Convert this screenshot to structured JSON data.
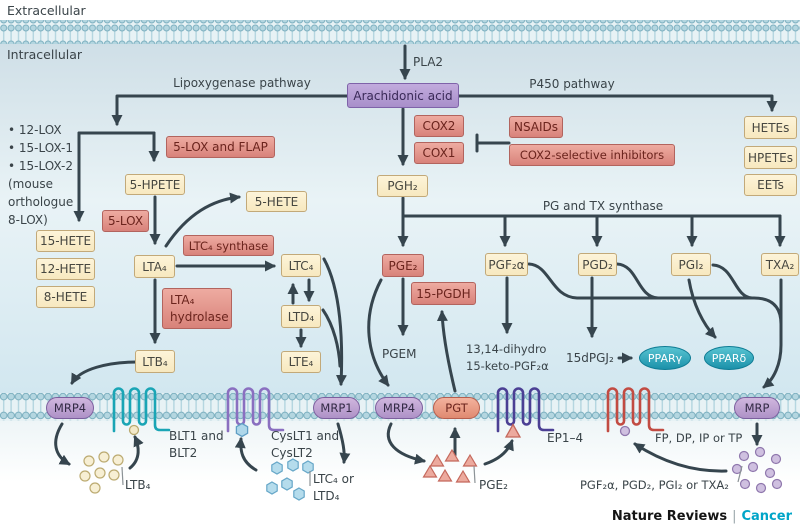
{
  "labels": {
    "extracellular": "Extracellular",
    "intracellular": "Intracellular",
    "pla2": "PLA2",
    "lipoxygenase_pathway": "Lipoxygenase pathway",
    "p450_pathway": "P450 pathway",
    "pg_tx_synthase": "PG and TX synthase",
    "lox_list": "• 12-LOX\n• 15-LOX-1\n• 15-LOX-2\n(mouse\northologue\n8-LOX)",
    "pgem": "PGEM",
    "dihydro": "13,14-dihydro\n15-keto-PGF₂α",
    "dpgj2": "15dPGJ₂",
    "blt": "BLT1 and\nBLT2",
    "cyslt": "CysLT1 and\nCysLT2",
    "ep14": "EP1–4",
    "fp_dp": "FP, DP, IP or TP",
    "ltb4_released": "LTB₄",
    "ltc4_released": "LTC₄ or\nLTD₄",
    "pge2_released": "PGE₂",
    "pg_released": "PGF₂α, PGD₂, PGI₂ or TXA₂"
  },
  "metabolites": {
    "arachidonic_acid": "Arachidonic acid",
    "pgh2": "PGH₂",
    "pge2": "PGE₂",
    "pgf2a": "PGF₂α",
    "pgd2": "PGD₂",
    "pgi2": "PGI₂",
    "txa2": "TXA₂",
    "hpete5": "5-HPETE",
    "hete5": "5-HETE",
    "lta4": "LTA₄",
    "ltb4": "LTB₄",
    "ltc4": "LTC₄",
    "ltd4": "LTD₄",
    "lte4": "LTE₄",
    "hete15": "15-HETE",
    "hete12": "12-HETE",
    "hete8": "8-HETE",
    "hetes": "HETEs",
    "hpetes": "HPETEs",
    "eets": "EETs"
  },
  "enzymes": {
    "five_lox_flap": "5-LOX and FLAP",
    "five_lox": "5-LOX",
    "ltc4_synthase": "LTC₄ synthase",
    "lta4_hydrolase": "LTA₄\nhydrolase",
    "cox2": "COX2",
    "cox1": "COX1",
    "pgdh15": "15-PGDH"
  },
  "drugs": {
    "nsaids": "NSAIDs",
    "cox2_inhibitors": "COX2-selective inhibitors"
  },
  "transporters": {
    "mrp4_left": "MRP4",
    "mrp1": "MRP1",
    "mrp4_mid": "MRP4",
    "pgt": "PGT",
    "mrp": "MRP"
  },
  "receptors_nuclear": {
    "pparg": "PPARγ",
    "ppard": "PPARδ"
  },
  "footer": {
    "journal": "Nature Reviews",
    "divider": "|",
    "section": "Cancer"
  },
  "colors": {
    "arrow": "#36454e",
    "yellow_box": "#f9edc9",
    "red_box": "#e09a91",
    "purple_box": "#b49bd4",
    "blt_receptor": "#1aa5b5",
    "cyslt_receptor": "#8a6fc0",
    "ep_receptor": "#4b3f94",
    "fp_receptor": "#c24b42",
    "ppar_fill": "#2da3b8",
    "transporter_fill": "#c3a8d3",
    "pgt_fill": "#e89b82",
    "brand_cyan": "#00a5c8"
  }
}
